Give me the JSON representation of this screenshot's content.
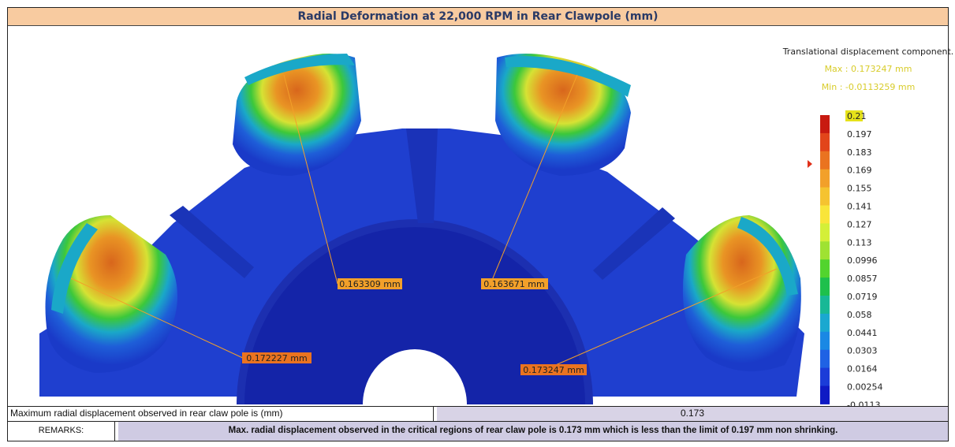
{
  "title": "Radial Deformation at 22,000 RPM in Rear Clawpole (mm)",
  "legend": {
    "heading": "Translational displacement component.",
    "max_label": "Max : 0.173247 mm",
    "min_label": "Min : -0.0113259 mm",
    "ticks": [
      "0.21",
      "0.197",
      "0.183",
      "0.169",
      "0.155",
      "0.141",
      "0.127",
      "0.113",
      "0.0996",
      "0.0857",
      "0.0719",
      "0.058",
      "0.0441",
      "0.0303",
      "0.0164",
      "0.00254",
      "-0.0113"
    ],
    "colors": [
      "#c81a10",
      "#e2451a",
      "#ea7320",
      "#f2a02a",
      "#f5c330",
      "#f9e53a",
      "#d4ef38",
      "#9fe232",
      "#52d42e",
      "#1ec04c",
      "#18b896",
      "#1aa8d0",
      "#1a88e4",
      "#1f62e4",
      "#1b3cd8",
      "#0f1ac4"
    ],
    "highlight_color": "#e6e21a",
    "marker_color": "#e0301a"
  },
  "probes": [
    {
      "label": "0.163309 mm"
    },
    {
      "label": "0.163671 mm"
    },
    {
      "label": "0.172227 mm"
    },
    {
      "label": "0.173247 mm"
    }
  ],
  "summary": {
    "label": "Maximum radial displacement observed in rear claw pole is (mm)",
    "value": "0.173"
  },
  "remarks": {
    "label": "REMARKS:",
    "text": "Max. radial displacement observed in the critical regions of rear claw pole is 0.173 mm which is less than the limit of 0.197 mm non shrinking."
  }
}
